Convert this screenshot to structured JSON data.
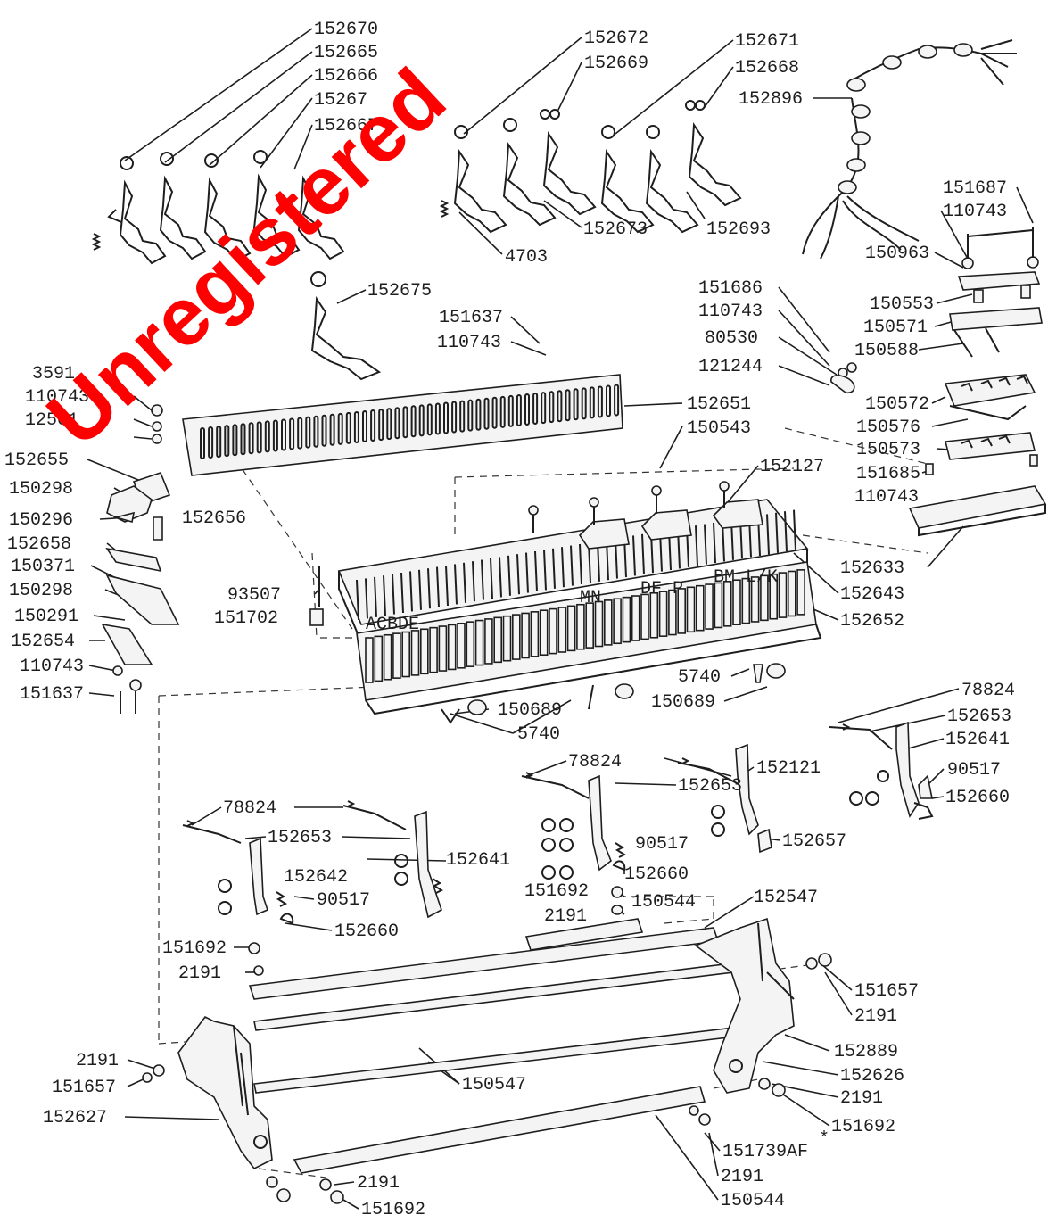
{
  "watermark": "Unregistered",
  "part_labels": {
    "l152670": "152670",
    "l152665": "152665",
    "l152666": "152666",
    "l15267x": "15267",
    "l152667": "152667",
    "l152672": "152672",
    "l152669": "152669",
    "l152671": "152671",
    "l152668": "152668",
    "l152896": "152896",
    "l152673": "152673",
    "l152693": "152693",
    "l4703": "4703",
    "l151687": "151687",
    "l110743a": "110743",
    "l150963": "150963",
    "l150553": "150553",
    "l150571": "150571",
    "l150588": "150588",
    "l151686": "151686",
    "l110743b": "110743",
    "l80530": "80530",
    "l121244": "121244",
    "l150572": "150572",
    "l150576": "150576",
    "l150573": "150573",
    "l151685": "151685",
    "l110743c": "110743",
    "l152675": "152675",
    "l151637a": "151637",
    "l110743d": "110743",
    "l3591": "3591",
    "l110743e": "110743",
    "l12501": "12501",
    "l152655": "152655",
    "l150298a": "150298",
    "l150296": "150296",
    "l152656": "152656",
    "l152658": "152658",
    "l150371": "150371",
    "l150298b": "150298",
    "l150291": "150291",
    "l152654": "152654",
    "l110743f": "110743",
    "l151637b": "151637",
    "l152651": "152651",
    "l150543": "150543",
    "l152127": "152127",
    "l152633": "152633",
    "l152643": "152643",
    "l152652": "152652",
    "l93507": "93507",
    "l151702": "151702",
    "l5740a": "5740",
    "l150689a": "150689",
    "l150689b": "150689",
    "l5740b": "5740",
    "l78824a": "78824",
    "l152653a": "152653",
    "l152641a": "152641",
    "l90517a": "90517",
    "l152660a": "152660",
    "l78824b": "78824",
    "l152653b": "152653",
    "l152121": "152121",
    "l90517b": "90517",
    "l152657": "152657",
    "l152660b": "152660",
    "l151692a": "151692",
    "l150544a": "150544",
    "l2191a": "2191",
    "l78824c": "78824",
    "l152653c": "152653",
    "l152642": "152642",
    "l152641b": "152641",
    "l90517c": "90517",
    "l152660c": "152660",
    "l152547": "152547",
    "l151692b": "151692",
    "l2191b": "2191",
    "l151657a": "151657",
    "l2191c": "2191",
    "l152889": "152889",
    "l152626": "152626",
    "l2191d": "2191",
    "l151692c": "151692",
    "l2191e": "2191",
    "l151657b": "151657",
    "l152627": "152627",
    "l150547": "150547",
    "l151739AF": "151739AF",
    "l2191f": "2191",
    "l150544b": "150544",
    "l2191g": "2191",
    "l151692d": "151692",
    "asterisk": "*"
  },
  "keyboard_letters": {
    "a_to_e": "ACBDE",
    "mn": "MN",
    "dfp": "DF P",
    "bm_lk": "BM L/K"
  }
}
